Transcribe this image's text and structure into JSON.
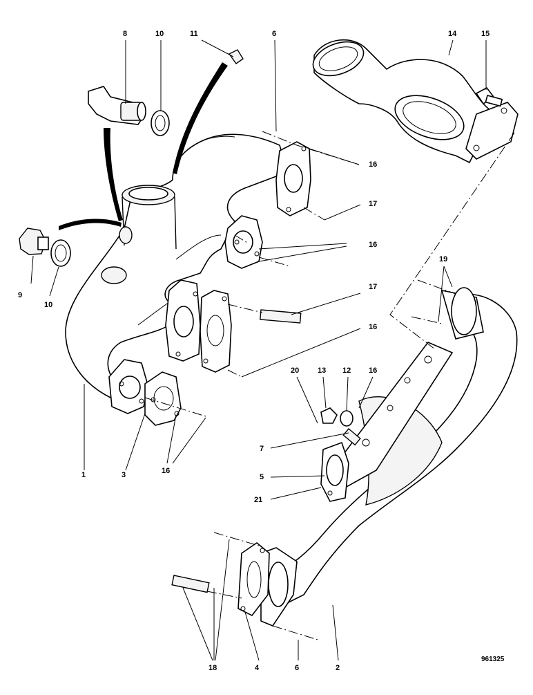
{
  "diagram": {
    "reference": "961325",
    "callouts": [
      {
        "id": "c8",
        "label": "8"
      },
      {
        "id": "c10a",
        "label": "10"
      },
      {
        "id": "c11",
        "label": "11"
      },
      {
        "id": "c6a",
        "label": "6"
      },
      {
        "id": "c14",
        "label": "14"
      },
      {
        "id": "c15",
        "label": "15"
      },
      {
        "id": "c16a",
        "label": "16"
      },
      {
        "id": "c17a",
        "label": "17"
      },
      {
        "id": "c16b",
        "label": "16"
      },
      {
        "id": "c9",
        "label": "9"
      },
      {
        "id": "c10b",
        "label": "10"
      },
      {
        "id": "c19",
        "label": "19"
      },
      {
        "id": "c17b",
        "label": "17"
      },
      {
        "id": "c16c",
        "label": "16"
      },
      {
        "id": "c20",
        "label": "20"
      },
      {
        "id": "c13",
        "label": "13"
      },
      {
        "id": "c12",
        "label": "12"
      },
      {
        "id": "c16d",
        "label": "16"
      },
      {
        "id": "c7",
        "label": "7"
      },
      {
        "id": "c5",
        "label": "5"
      },
      {
        "id": "c21",
        "label": "21"
      },
      {
        "id": "c1",
        "label": "1"
      },
      {
        "id": "c3",
        "label": "3"
      },
      {
        "id": "c16e",
        "label": "16"
      },
      {
        "id": "c18",
        "label": "18"
      },
      {
        "id": "c4",
        "label": "4"
      },
      {
        "id": "c6b",
        "label": "6"
      },
      {
        "id": "c2",
        "label": "2"
      }
    ]
  }
}
